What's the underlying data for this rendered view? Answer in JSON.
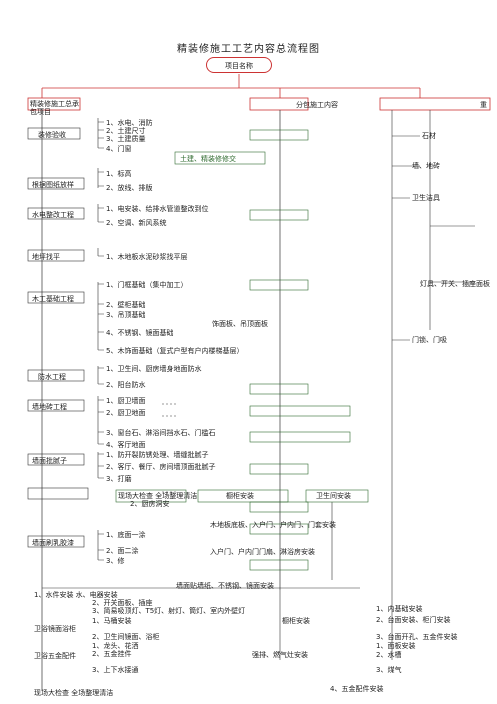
{
  "title": "精装修施工工艺内容总流程图",
  "root": "项目名称",
  "left_column": {
    "header": "精装修施工总承包项目",
    "stages": [
      {
        "label": "装修验收",
        "items": [
          "1、水电、消防",
          "2、土建尺寸",
          "3、土建质量",
          "4、门窗"
        ]
      },
      {
        "label": "根据图纸放样",
        "items": [
          "1、标高",
          "2、放线、排版"
        ]
      },
      {
        "label": "水电整改工程",
        "items": [
          "1、电安装、给排水管道整改到位",
          "2、空调、新风系统"
        ]
      },
      {
        "label": "地坪找平",
        "items": [
          "1、木地板水泥砂浆找平层"
        ]
      },
      {
        "label": "木工基础工程",
        "items": [
          "1、门框基础（集中加工）",
          "2、壁柜基础",
          "3、吊顶基础",
          "4、不锈钢、镜面基础",
          "5、木饰面基础（复式户型有户内楼梯基层）"
        ]
      },
      {
        "label": "防水工程",
        "items": [
          "1、卫生间、厨房墙身地面防水",
          "2、阳台防水"
        ]
      },
      {
        "label": "墙地砖工程",
        "items": [
          "1、厨卫墙面",
          "2、厨卫地面",
          "3、窗台石、淋浴间挡水石、门槛石",
          "4、客厅地面"
        ]
      },
      {
        "label": "墙面批腻子",
        "items": [
          "1、防开裂防锈处理、墙缝批腻子",
          "2、客厅、餐厅、房间墙顶面批腻子",
          "3、打磨"
        ]
      },
      {
        "label": "墙面刷乳胶漆",
        "items": [
          "1、底面一涂",
          "2、面二涂",
          "3、修"
        ]
      }
    ],
    "bottom_items": [
      "1、水件安装 水、电器安装",
      "2、开关面板、插座",
      "3、简易吸顶灯、T5灯、射灯、筒灯、室内外壁灯",
      "1、马桶安装",
      "2、卫生间镜面、浴柜",
      "1、龙头、花洒",
      "2、五金挂件",
      "3、上下水接通"
    ],
    "bottom_labels": [
      "卫浴镜面浴柜",
      "卫浴五金配件",
      "现场大检查 全场整理清洁"
    ]
  },
  "middle_column": {
    "header": "分包施工内容",
    "items": [
      "土建、精装修修交",
      "饰面板、吊顶面板",
      "现场大检查 全场整理清洁",
      "2、厨房洞安",
      "橱柜安装",
      "卫生间安装",
      "木地板底板、入户门、户内门、门套安装",
      "入户门、户内门门扇、淋浴房安装",
      "墙面贴墙纸、不锈钢、镜面安装",
      "橱柜安装",
      "强排、燃气灶安装"
    ]
  },
  "right_column": {
    "header": "重",
    "items": [
      "石材",
      "墙、地砖",
      "卫生洁具",
      "灯具、开关、插座面板",
      "门锁、门吸",
      "1、内基础安装",
      "2、台面安装、柜门安装",
      "3、台面开孔、五金件安装",
      "1、面板安装",
      "2、水槽",
      "3、煤气",
      "4、五金配件安装"
    ]
  }
}
